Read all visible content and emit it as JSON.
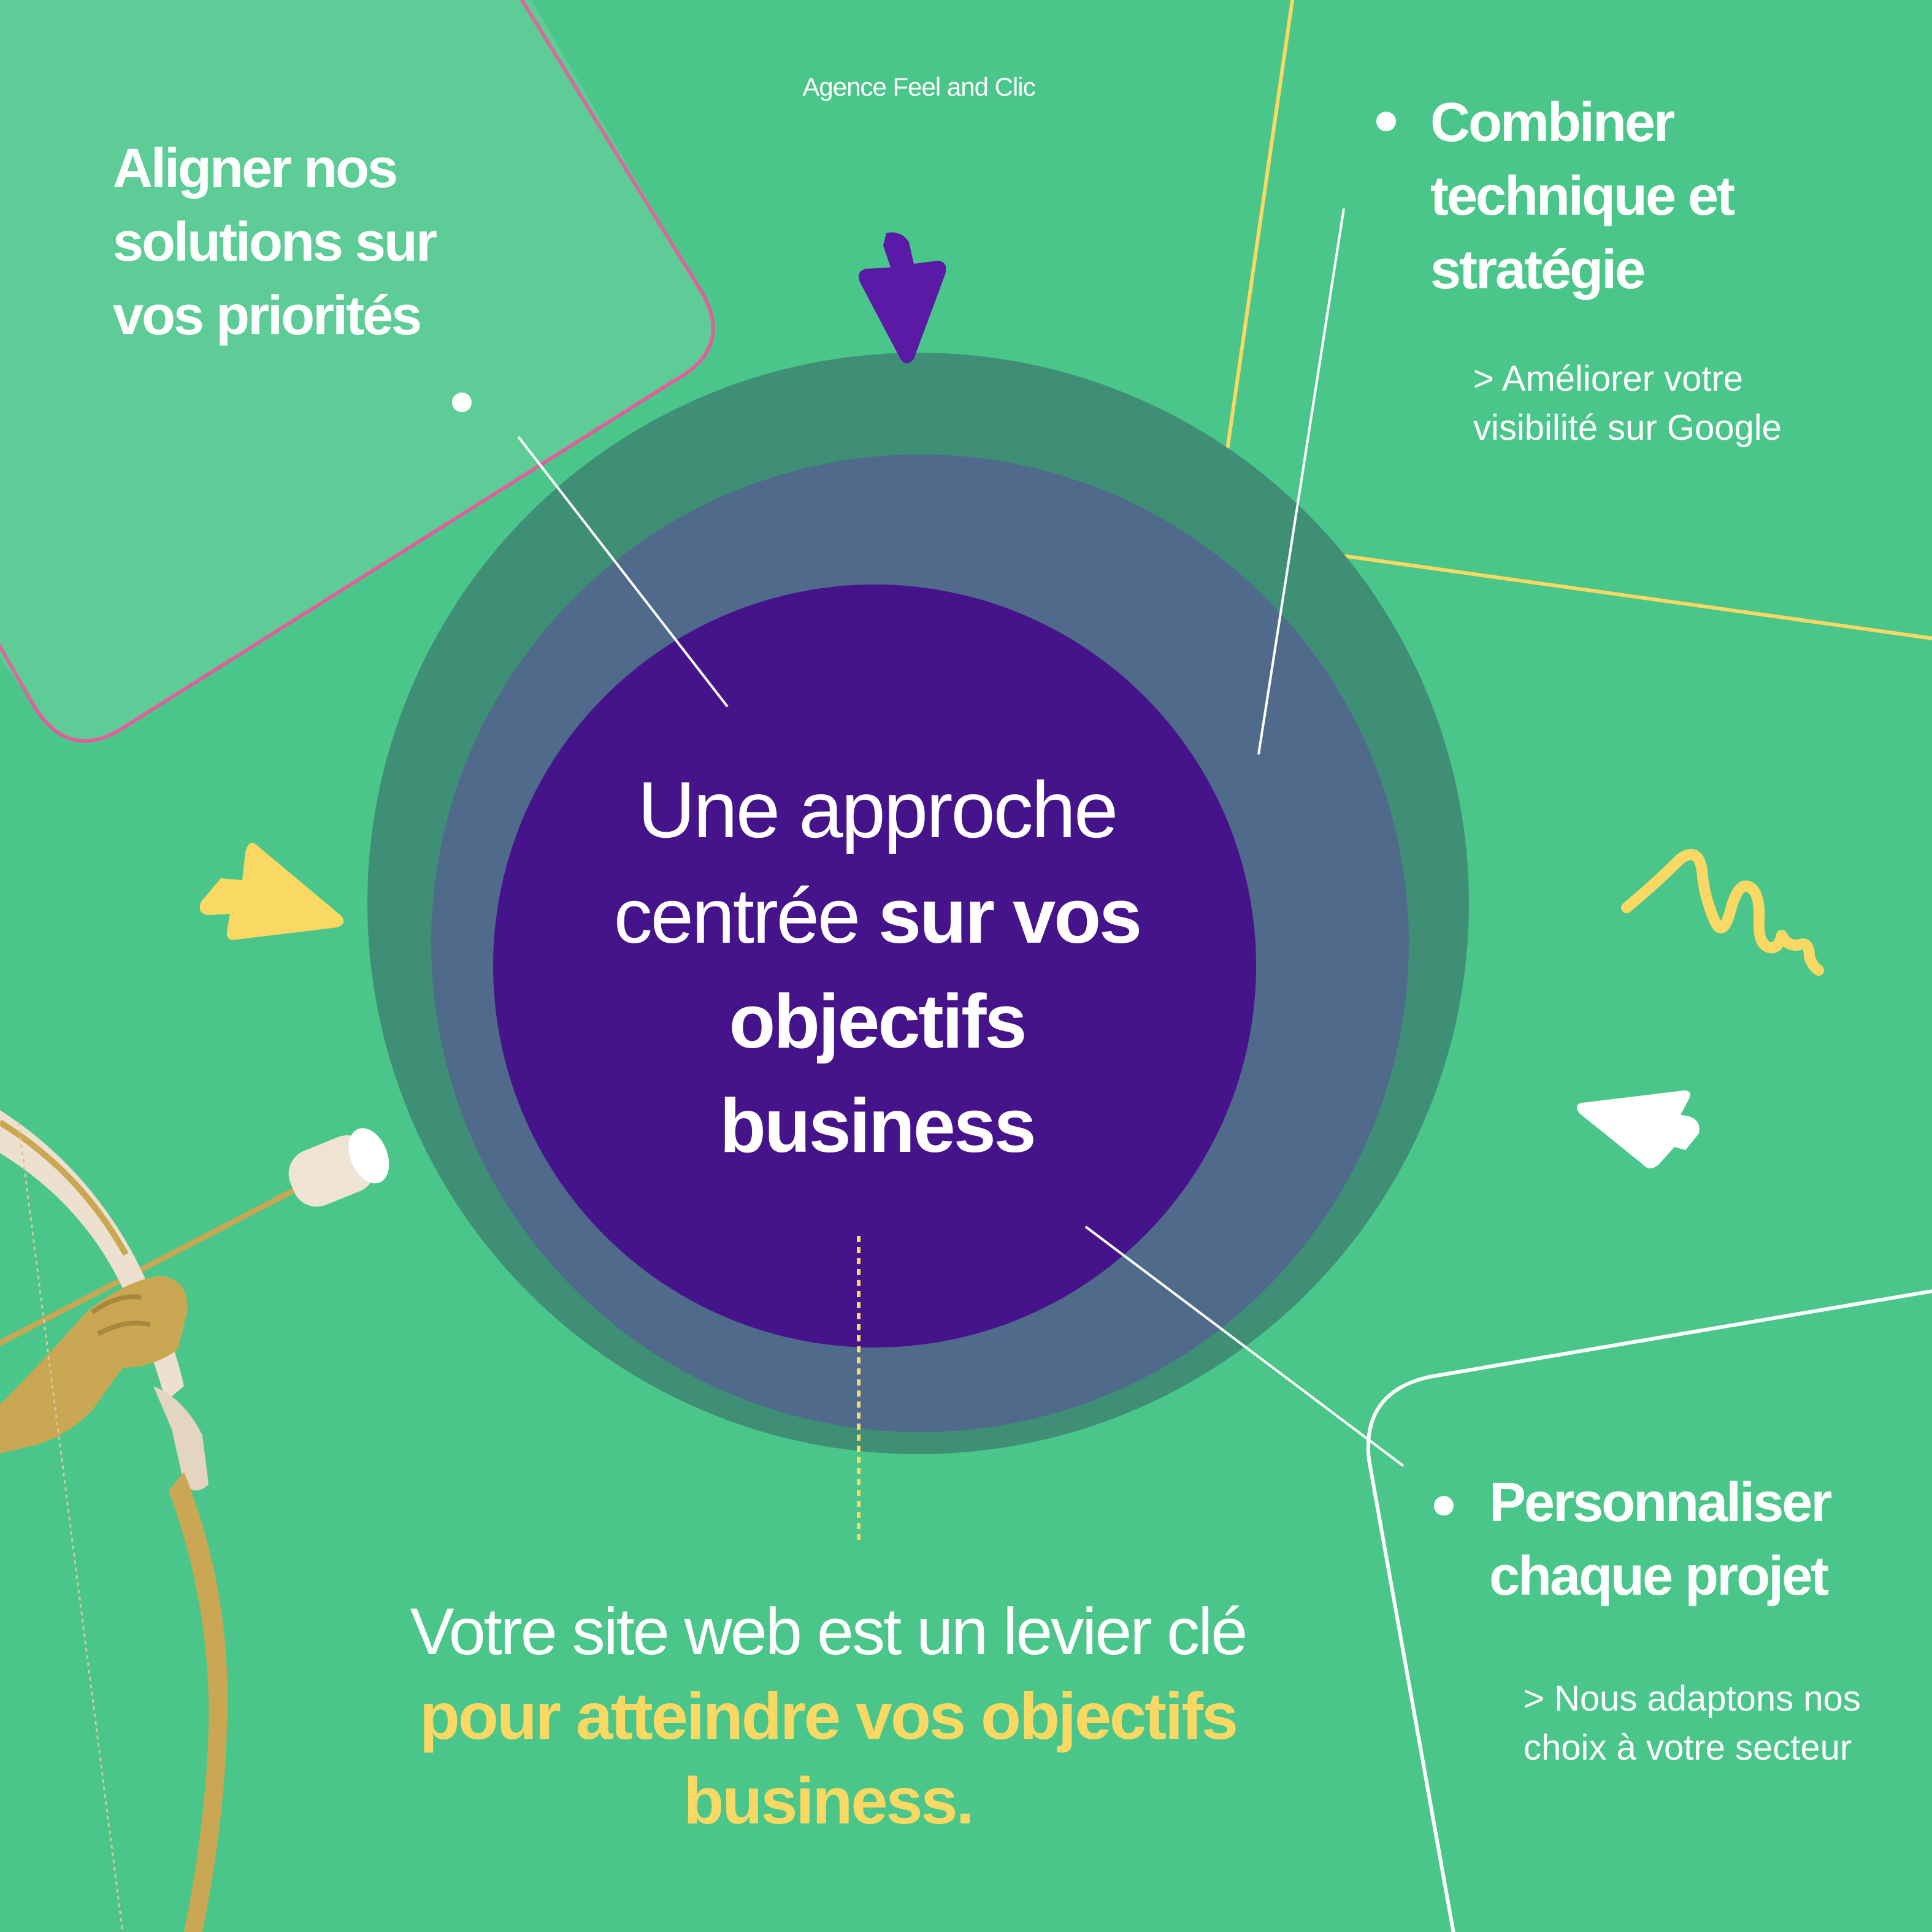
{
  "header": {
    "agency": "Agence Feel and Clic"
  },
  "left_block": {
    "heading": "Aligner nos solutions sur vos priorités"
  },
  "top_right_block": {
    "heading": "Combiner technique et stratégie",
    "subtext": "> Améliorer votre visibilité sur Google"
  },
  "bottom_right_block": {
    "heading": "Personnaliser chaque projet",
    "subtext": "> Nous adaptons nos choix  à votre secteur"
  },
  "center": {
    "line1": "Une approche",
    "line2_regular": "centrée",
    "line2_bold": "sur vos",
    "line3": "objectifs",
    "line4": "business"
  },
  "tagline": {
    "line1": "Votre site web est un levier clé",
    "line2": "pour atteindre vos objectifs",
    "line3": "business."
  },
  "colors": {
    "background": "#4bc68a",
    "outer_ring": "#3f8f77",
    "middle_ring": "#4f6a8a",
    "core": "#46148a",
    "accent_yellow": "#f9d964",
    "accent_pink": "#e9549a",
    "arrow_purple": "#5a1aa6",
    "text": "#ffffff"
  },
  "icons": [
    "arrow-down-icon",
    "arrow-right-icon",
    "arrow-up-left-icon",
    "squiggle-icon",
    "bullet-icon",
    "archer-bow-illustration"
  ]
}
